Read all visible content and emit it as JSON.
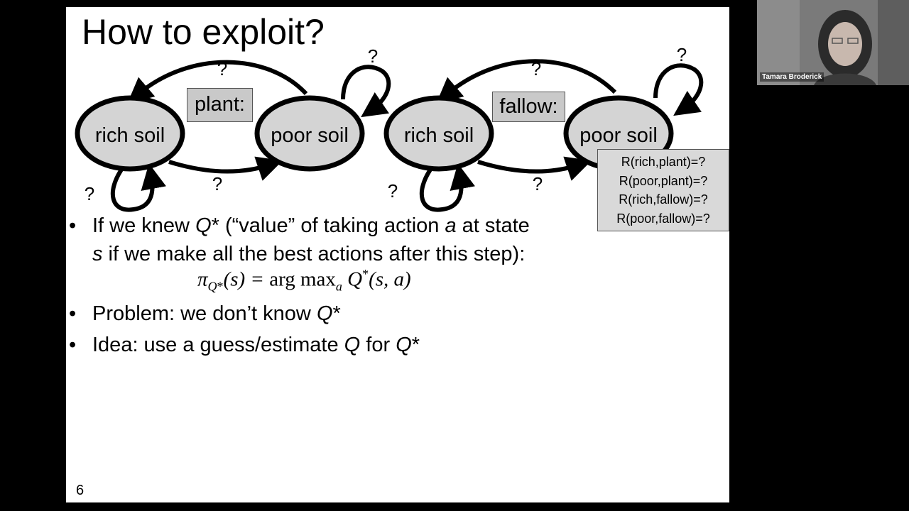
{
  "slide": {
    "title": "How to exploit?",
    "page_number": "6",
    "diagrams": [
      {
        "action": "plant:",
        "states": [
          "rich soil",
          "poor soil"
        ],
        "question_marks": [
          "?",
          "?",
          "?",
          "?"
        ]
      },
      {
        "action": "fallow:",
        "states": [
          "rich soil",
          "poor soil"
        ],
        "question_marks": [
          "?",
          "?",
          "?",
          "?"
        ]
      }
    ],
    "rewards": [
      "R(rich,plant)=?",
      "R(poor,plant)=?",
      "R(rich,fallow)=?",
      "R(poor,fallow)=?"
    ],
    "bullets": [
      {
        "bullet": "•",
        "line1_pre": "If we knew ",
        "q": "Q",
        "star": "*",
        "line1_post": " (“value” of taking action ",
        "a": "a",
        "line1_end": " at state",
        "s": "s",
        "line2": " if we make all the best actions after this step):"
      },
      {
        "bullet": "•",
        "pre": "Problem: we don’t know ",
        "q": "Q",
        "star": "*"
      },
      {
        "bullet": "•",
        "pre": "Idea: use a guess/estimate ",
        "q": "Q",
        "mid": " for ",
        "q2": "Q",
        "star": "*"
      }
    ],
    "formula": {
      "pi": "π",
      "sub_q": "Q",
      "sub_star": "*",
      "lhs_args": "(s) = ",
      "op": "arg max",
      "op_sub": "a",
      "rhs_q": " Q",
      "rhs_star": "*",
      "rhs_args": "(s, a)"
    }
  },
  "participant": {
    "name": "Tamara Broderick"
  },
  "colors": {
    "background": "#000000",
    "slide": "#ffffff",
    "state_fill": "#d4d4d4",
    "action_box": "#c9c9c9",
    "reward_box": "#d9d9d9"
  }
}
